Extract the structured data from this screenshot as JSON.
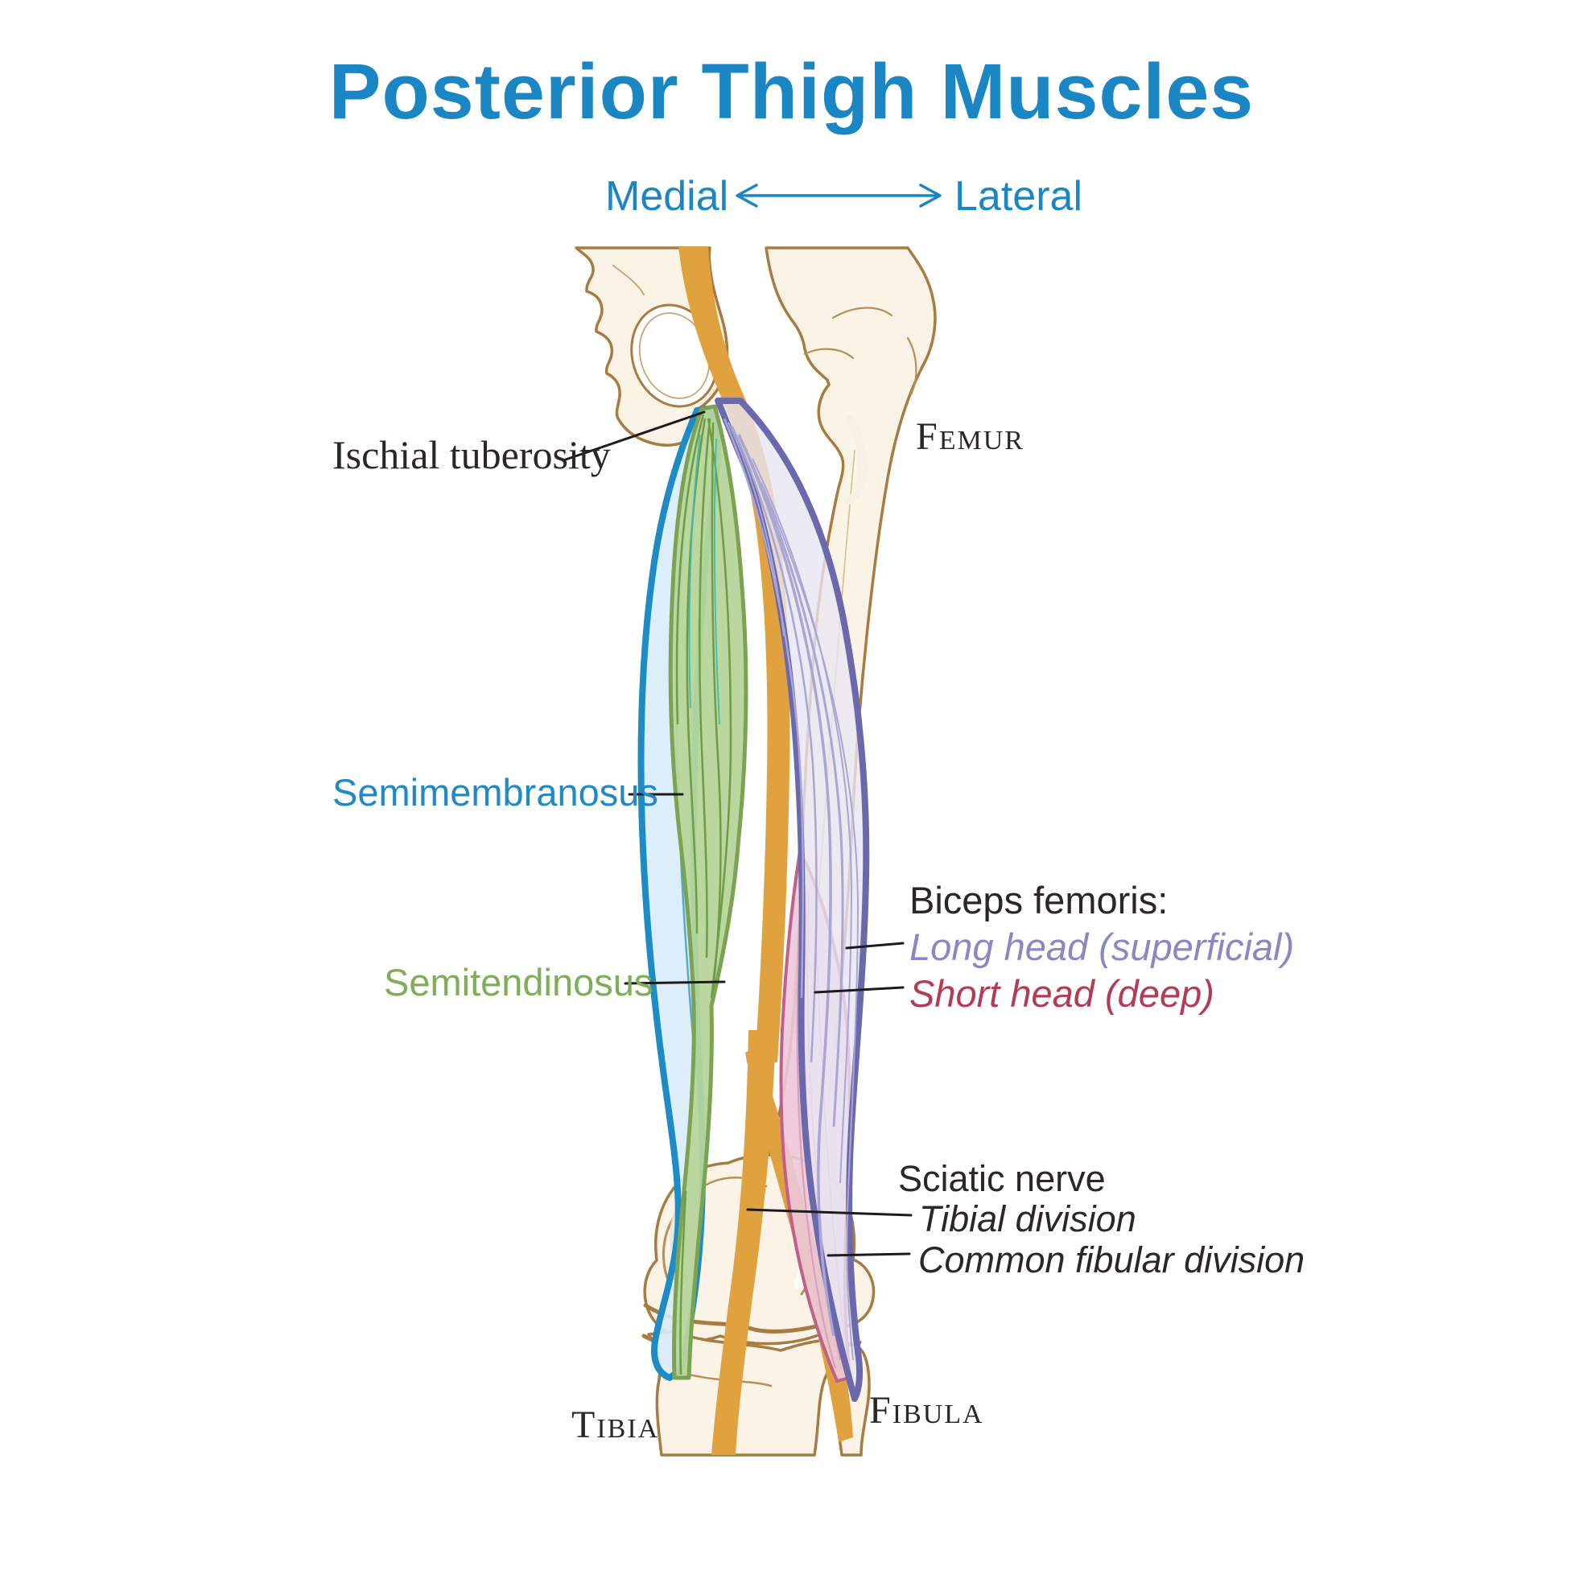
{
  "title": "Posterior Thigh Muscles",
  "orientation": {
    "medial": "Medial",
    "lateral": "Lateral"
  },
  "labels": {
    "ischial_tuberosity": "Ischial tuberosity",
    "femur": "Femur",
    "semimembranosus": "Semimembranosus",
    "semitendinosus": "Semitendinosus",
    "biceps_femoris_heading": "Biceps femoris:",
    "biceps_long_head": "Long head (superficial)",
    "biceps_short_head": "Short head (deep)",
    "sciatic_nerve": "Sciatic nerve",
    "tibial_division": "Tibial division",
    "common_fibular_division": "Common fibular division",
    "tibia": "Tibia",
    "fibula": "Fibula"
  },
  "icons": {
    "medial_lateral_arrow": "double-headed-arrow"
  },
  "palette": {
    "title_blue": "#1a86c3",
    "semimembranosus_blue": "#2289c4",
    "semitendinosus_green": "#7fad59",
    "long_head_purple": "#8a87c4",
    "short_head_red": "#b23b55",
    "nerve_gold": "#dfa23f",
    "bone_fill": "#fcf3e7",
    "bone_outline": "#a87b41",
    "text_dark": "#2b2629",
    "leader_line": "#1f1b1c"
  }
}
